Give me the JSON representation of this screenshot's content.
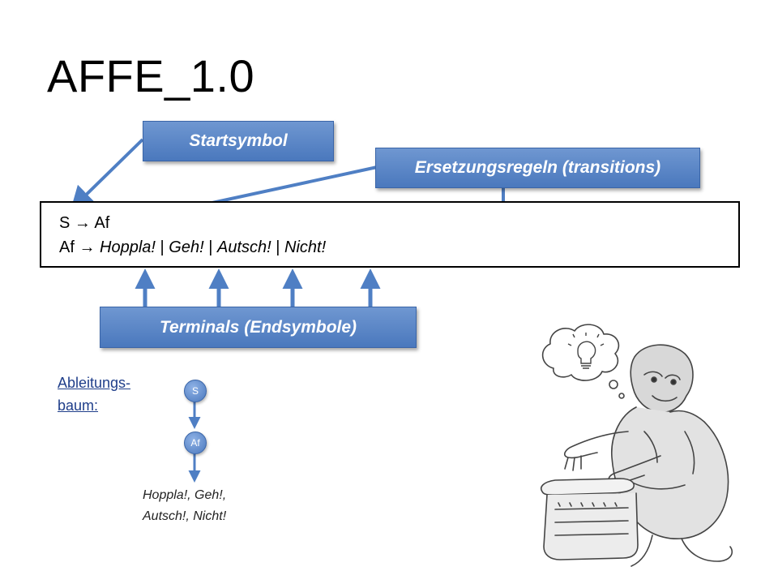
{
  "title": "AFFE_1.0",
  "labels": {
    "startsymbol": "Startsymbol",
    "ersetzungsregeln": "Ersetzungsregeln  (transitions)",
    "terminals": "Terminals  (Endsymbole)"
  },
  "grammar": {
    "rule1_lhs": "S",
    "rule1_arrow": "→",
    "rule1_rhs": "Af",
    "rule2_lhs": "Af",
    "rule2_arrow": "→",
    "rule2_t1": "Hoppla!",
    "sep": "|",
    "rule2_t2": "Geh!",
    "rule2_t3": "Autsch!",
    "rule2_t4": "Nicht!"
  },
  "derivation": {
    "heading_line1": "Ableitungs-",
    "heading_line2": "baum:",
    "node_root": "S",
    "node_child": "Af",
    "leaves_line1": "Hoppla!, Geh!,",
    "leaves_line2": "Autsch!, Nicht!"
  },
  "colors": {
    "accent": "#4f7fc4",
    "label_fill": "#5b87c9",
    "link": "#1f3e8a"
  },
  "icons": {
    "illustration": "monkey-at-typewriter-icon",
    "thought": "lightbulb-icon"
  }
}
